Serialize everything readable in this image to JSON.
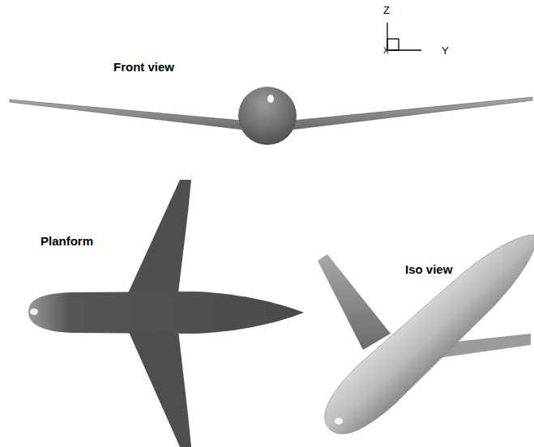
{
  "diagram": {
    "labels": [
      "Z",
      "X",
      "Y",
      "Front view",
      "Planform",
      "Iso view"
    ]
  }
}
